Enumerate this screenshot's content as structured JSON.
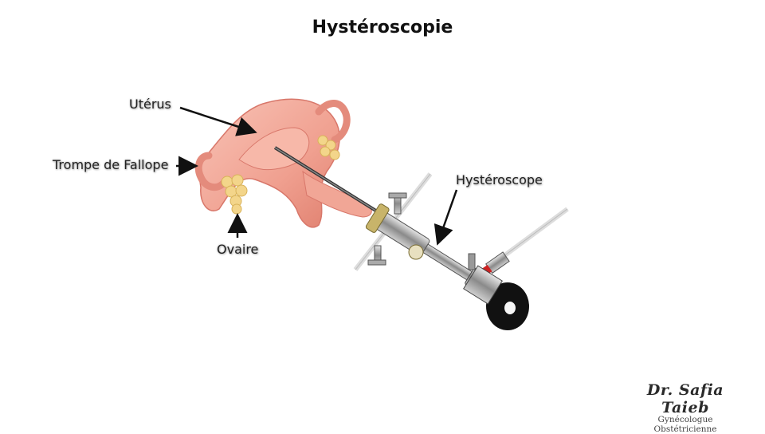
{
  "title": "Hystéroscopie",
  "labels": {
    "uterus": "Utérus",
    "trompe": "Trompe de Fallope",
    "ovaire": "Ovaire",
    "hysteroscope": "Hystéroscope"
  },
  "signature": {
    "name": "Dr. Safia Taieb",
    "subtitle": "Gynécologue Obstétricienne"
  },
  "colors": {
    "uterus_pink": "#f2a89a",
    "uterus_shade": "#e07d6e",
    "ovary_yellow": "#f3d58a",
    "metal": "#9a9a9a",
    "eyepiece": "#111111"
  }
}
